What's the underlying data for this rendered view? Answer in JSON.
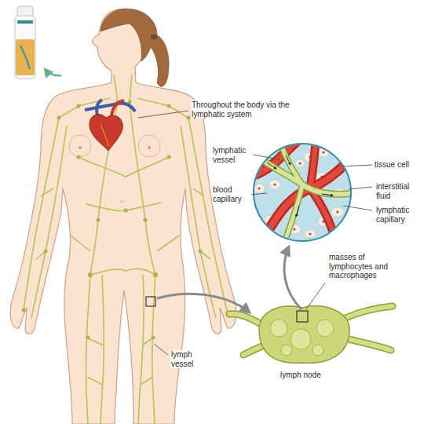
{
  "diagram": {
    "labels": [
      "Throughout the body via the lymphatic system",
      "lymphatic vessel",
      "tissue cell",
      "blood capillary",
      "interstitial fluid",
      "lymphatic capillary",
      "masses of lymphocytes and macrophages",
      "lymph vessel",
      "lymph node"
    ]
  }
}
